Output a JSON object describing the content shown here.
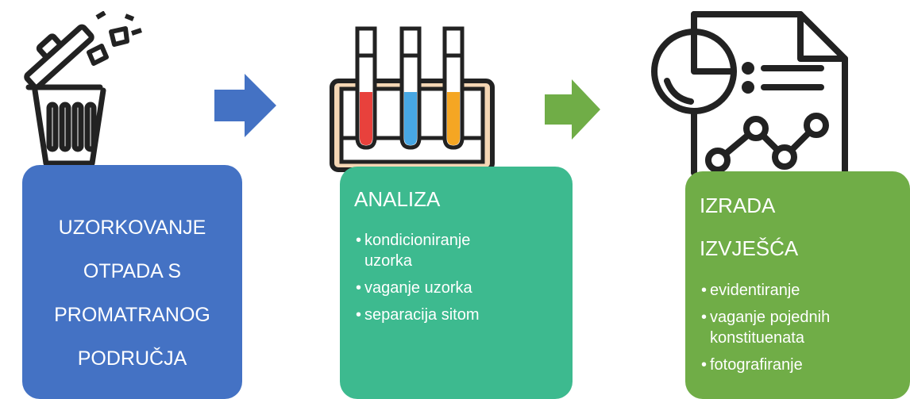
{
  "colors": {
    "box1": "#4472c4",
    "box2": "#3dba8f",
    "box3": "#70ad47",
    "arrow1": "#4472c4",
    "arrow2": "#70ad47",
    "icon_outline": "#222222"
  },
  "icons": [
    "trash-bin-icon",
    "test-tubes-icon",
    "report-chart-icon"
  ],
  "steps": [
    {
      "lines": [
        "UZORKOVANJE",
        "OTPADA S",
        "PROMATRANOG",
        "PODRUČJA"
      ]
    },
    {
      "title": "ANALIZA",
      "bullets": [
        "kondicioniranje uzorka",
        "vaganje uzorka",
        "separacija sitom"
      ]
    },
    {
      "title_lines": [
        "IZRADA",
        "IZVJEŠĆA"
      ],
      "bullets": [
        "evidentiranje",
        "vaganje pojednih konstituenata",
        "fotografiranje"
      ]
    }
  ]
}
